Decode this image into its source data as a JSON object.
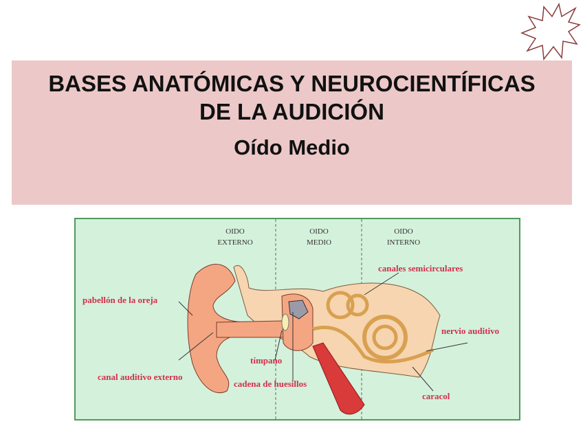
{
  "slide": {
    "title_line1": "BASES ANATÓMICAS Y NEUROCIENTÍFICAS",
    "title_line2": "DE LA AUDICIÓN",
    "subtitle": "Oído Medio",
    "colors": {
      "title_box": "#ecc8c8",
      "diagram_bg": "#d4f1dc",
      "label_red": "#d0304a"
    }
  },
  "badge": {
    "icon": "starburst-icon"
  },
  "diagram": {
    "zones": [
      {
        "line1": "OIDO",
        "line2": "EXTERNO"
      },
      {
        "line1": "OIDO",
        "line2": "MEDIO"
      },
      {
        "line1": "OIDO",
        "line2": "INTERNO"
      }
    ],
    "labels": {
      "pabellon": "pabellón de la oreja",
      "canal": "canal auditivo externo",
      "timpano": "tímpano",
      "cadena": "cadena de huesillos",
      "canales": "canales semicirculares",
      "nervio": "nervio auditivo",
      "caracol": "caracol"
    }
  }
}
